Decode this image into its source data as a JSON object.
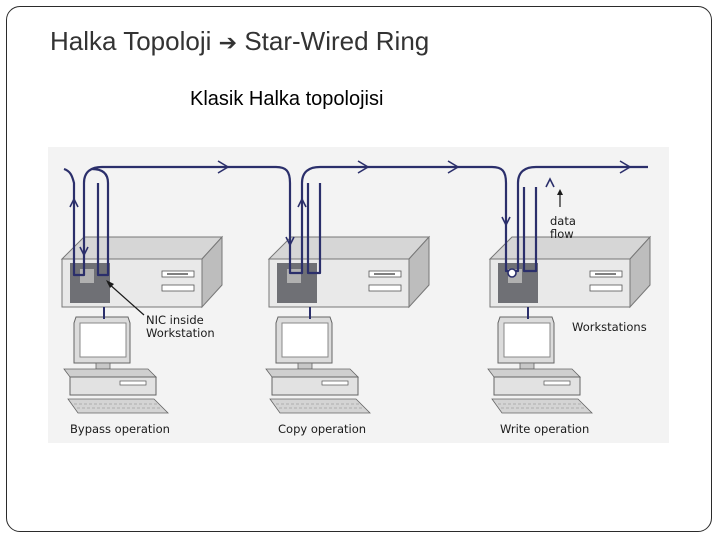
{
  "slide": {
    "title_left": "Halka Topoloji",
    "title_arrow": "➔",
    "title_right": "Star-Wired Ring",
    "subtitle": "Klasik Halka topolojisi"
  },
  "figure": {
    "labels": {
      "nic_line1": "NIC inside",
      "nic_line2": "Workstation",
      "data_flow_line1": "data",
      "data_flow_line2": "flow",
      "workstations": "Workstations",
      "bypass": "Bypass operation",
      "copy": "Copy operation",
      "write": "Write operation"
    },
    "colors": {
      "ring_line": "#2b2f6b",
      "background": "#f3f3f3"
    }
  }
}
